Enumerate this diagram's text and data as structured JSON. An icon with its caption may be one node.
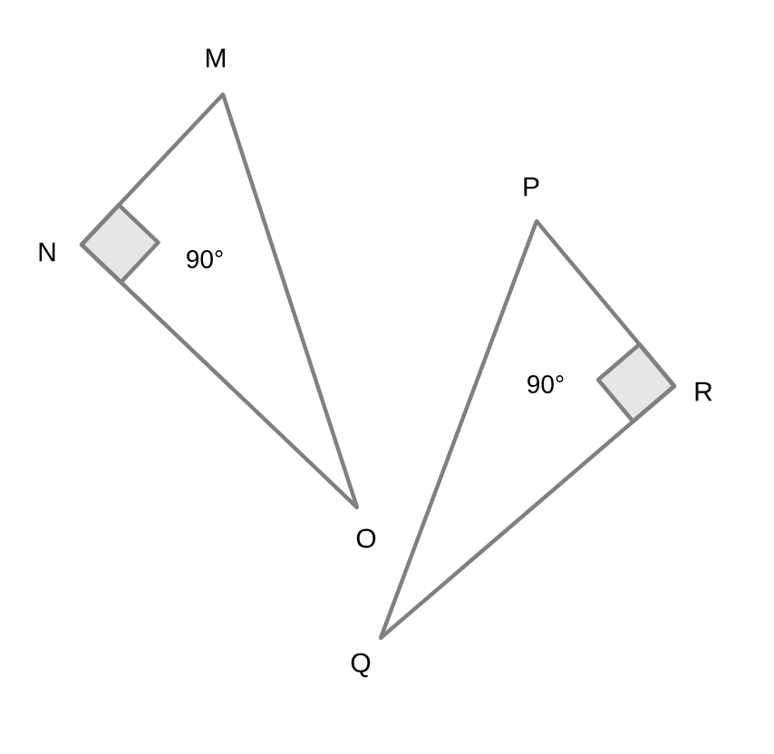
{
  "diagram": {
    "nodes": [
      {
        "text": [
          "M"
        ]
      },
      {
        "text": [
          "N"
        ]
      },
      {
        "text": [
          "O"
        ]
      },
      {
        "text": [
          "P"
        ]
      },
      {
        "text": [
          "R"
        ]
      },
      {
        "text": [
          "Q"
        ]
      }
    ],
    "edges": [
      {
        "from": 0,
        "to": 1,
        "arrow": "none"
      },
      {
        "from": 1,
        "to": 2,
        "arrow": "none"
      },
      {
        "from": 2,
        "to": 0,
        "arrow": "none"
      },
      {
        "from": 3,
        "to": 4,
        "arrow": "none"
      },
      {
        "from": 4,
        "to": 5,
        "arrow": "none"
      },
      {
        "from": 5,
        "to": 3,
        "arrow": "none"
      }
    ],
    "labels": [
      "90°",
      "90°"
    ]
  }
}
